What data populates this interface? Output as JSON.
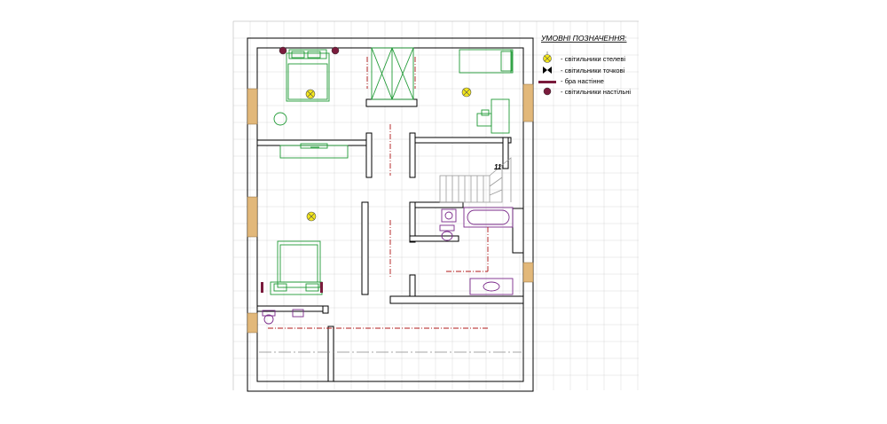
{
  "legend": {
    "title": "УМОВНІ ПОЗНАЧЕННЯ:",
    "items": [
      {
        "icon": "ceiling-light-icon",
        "label": "- світильники стелеві"
      },
      {
        "icon": "spot-light-icon",
        "label": "- світильники точкові"
      },
      {
        "icon": "wall-sconce-icon",
        "label": "- бра настінне"
      },
      {
        "icon": "table-lamp-icon",
        "label": "- світильники настільні"
      }
    ]
  },
  "stair": {
    "number": "11"
  },
  "colors": {
    "wall": "#000000",
    "furniture": "#1f9a35",
    "sanitary": "#7a2a8a",
    "lighting_line": "#b01818",
    "sconce": "#7a1b3c",
    "ceiling_light_fill": "#f3e619",
    "window": "#e2b87a",
    "grid": "#d9d9d9"
  }
}
